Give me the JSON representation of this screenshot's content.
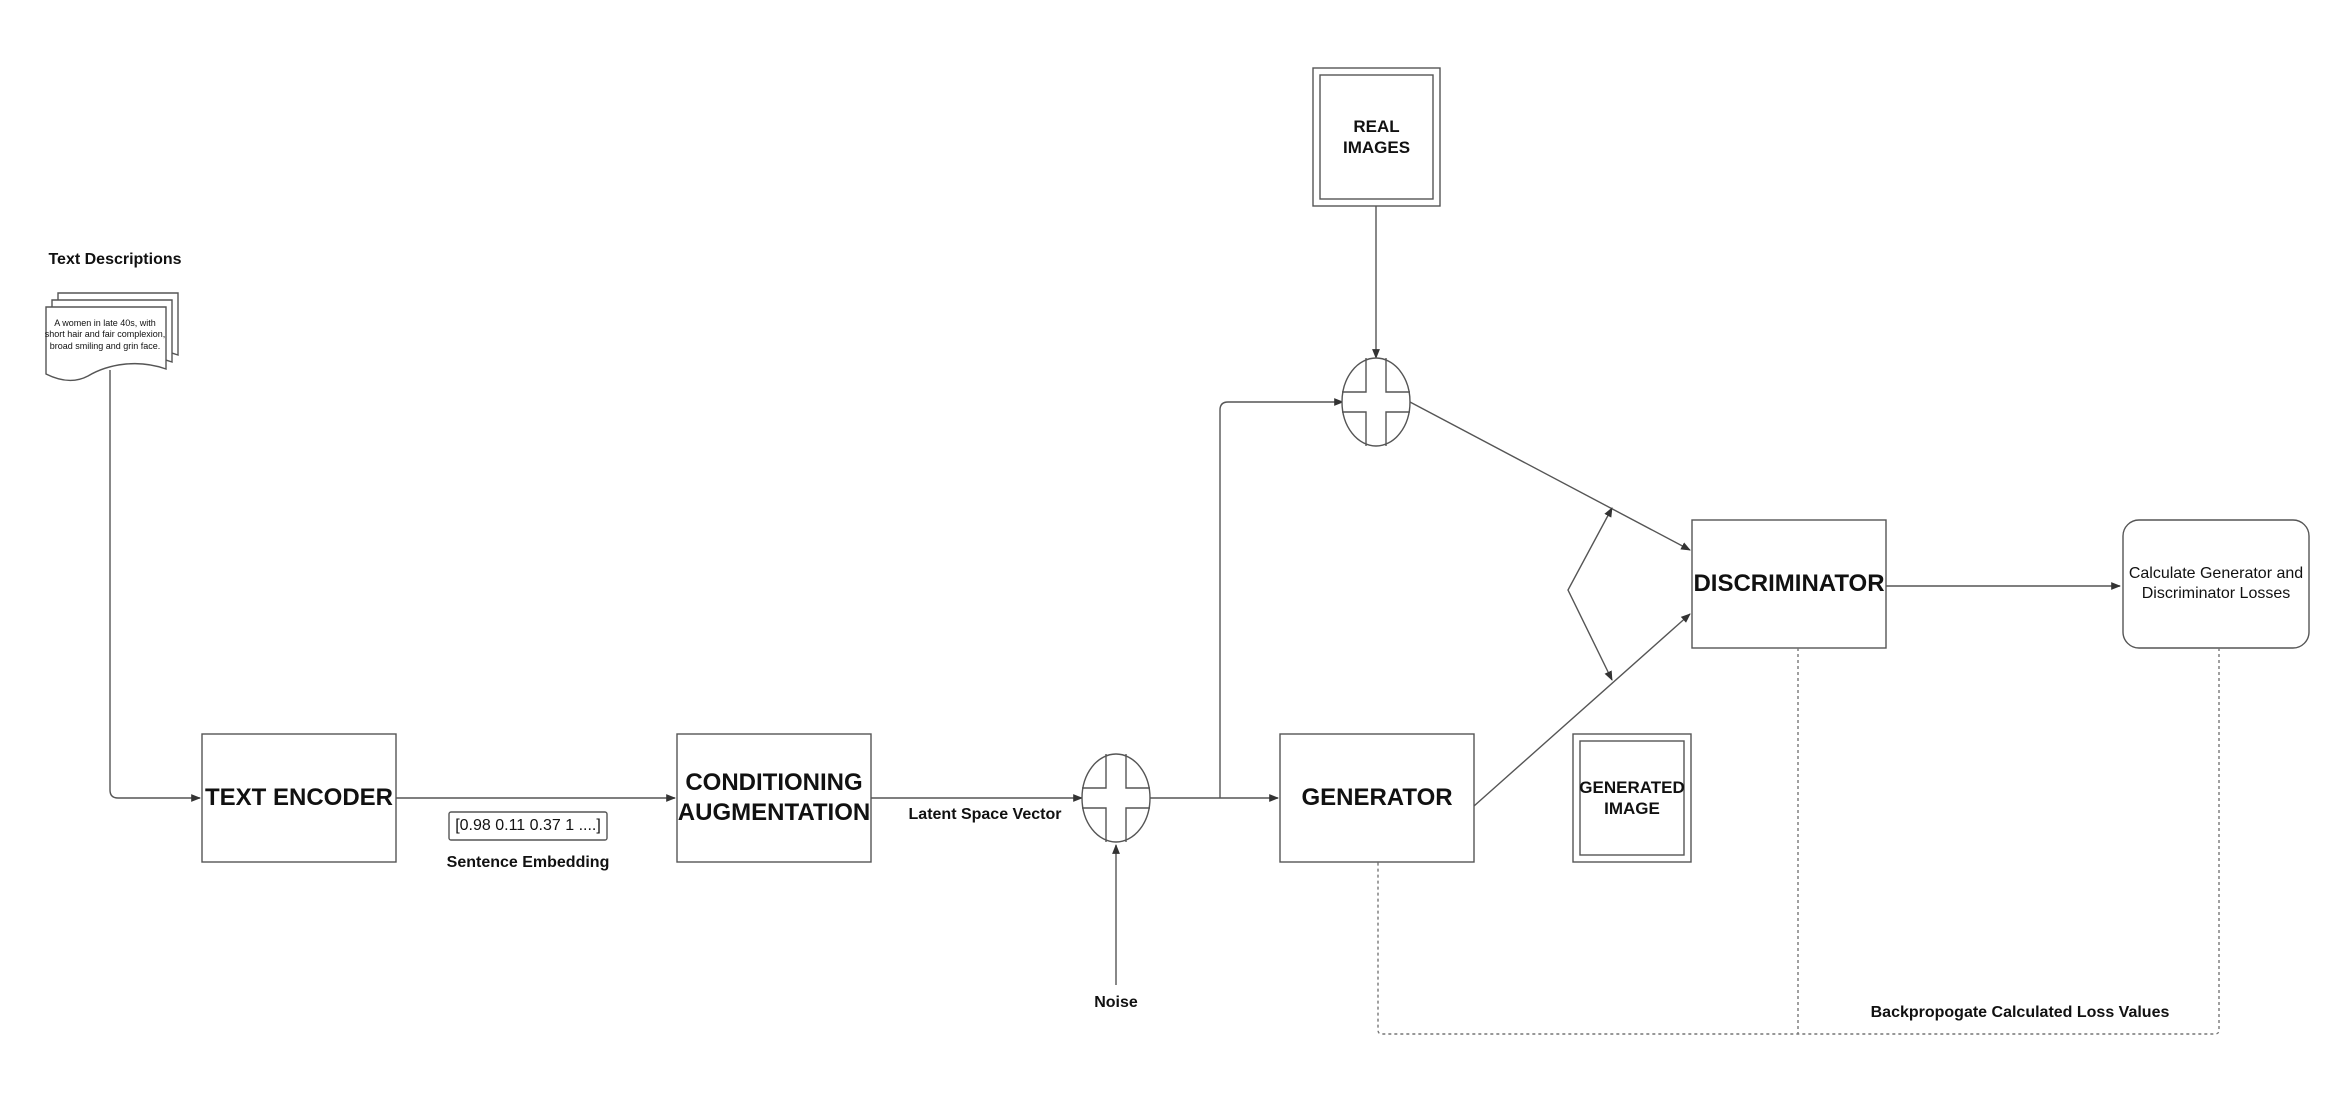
{
  "nodes": {
    "text_descriptions_title": "Text Descriptions",
    "text_descriptions_body": "A women in late 40s, with\nshort hair and fair complexion,\nbroad smiling and grin face.",
    "text_encoder": "TEXT ENCODER",
    "sentence_embedding_vector": "[0.98 0.11 0.37 1 ....]",
    "sentence_embedding_label": "Sentence Embedding",
    "conditioning_augmentation": "CONDITIONING\nAUGMENTATION",
    "latent_space_vector": "Latent Space Vector",
    "noise": "Noise",
    "generator": "GENERATOR",
    "generated_image": "GENERATED\nIMAGE",
    "real_images": "REAL\nIMAGES",
    "discriminator": "DISCRIMINATOR",
    "losses": "Calculate Generator and\nDiscriminator Losses",
    "backprop": "Backpropogate Calculated Loss Values"
  },
  "colors": {
    "stroke": "#555555",
    "text": "#111111",
    "background": "#ffffff"
  }
}
